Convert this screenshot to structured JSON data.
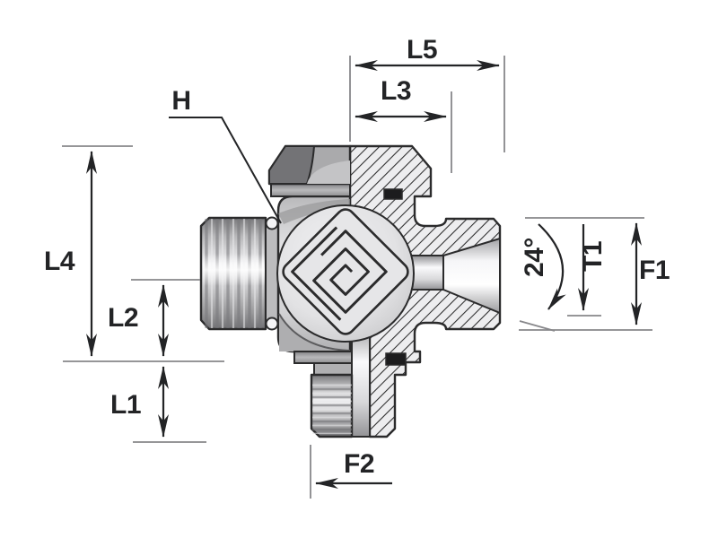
{
  "drawing": {
    "type": "technical-dimension-drawing",
    "subject": "cross hydraulic fitting, half-section view",
    "dimension_labels": {
      "l5": "L5",
      "l3": "L3",
      "h": "H",
      "l4": "L4",
      "l2": "L2",
      "l1": "L1",
      "f2": "F2",
      "f1": "F1",
      "t1": "T1",
      "cone_angle": "24°"
    },
    "colors": {
      "background": "#ffffff",
      "outline": "#2b2b2c",
      "reference_line": "#87878a",
      "label_text": "#232426",
      "body_light": "#d9d9db",
      "body_dark": "#77777a",
      "hatch_fill": "#ededef",
      "seal": "#1c1c1e"
    }
  }
}
